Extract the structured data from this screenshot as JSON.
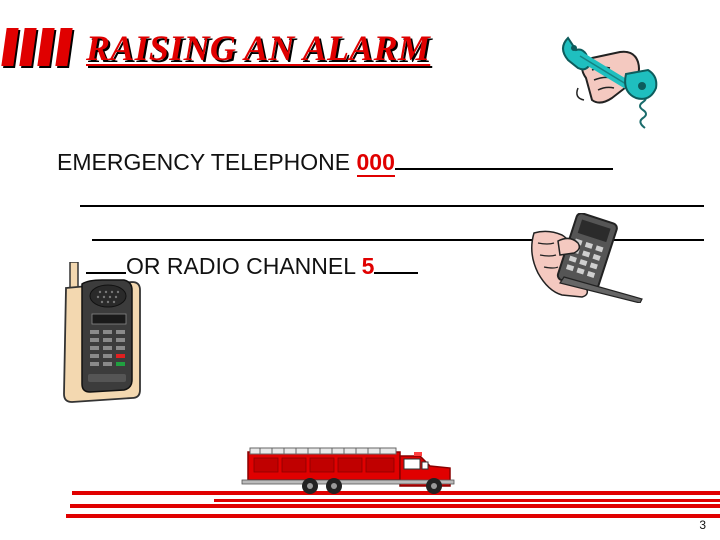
{
  "slide": {
    "title": "RAISING AN ALARM",
    "emergency_label": "EMERGENCY TELEPHONE ",
    "emergency_number": "000",
    "radio_label": "OR RADIO CHANNEL ",
    "radio_channel": "5",
    "page_number": "3"
  },
  "colors": {
    "accent": "#e00000",
    "text": "#111111",
    "phone_teal": "#1fbfbf",
    "skin": "#f4c9c0"
  },
  "icons": [
    "title-bars-icon",
    "telephone-handset-icon",
    "mobile-phone-in-hand-icon",
    "walkie-talkie-icon",
    "fire-truck-icon"
  ]
}
